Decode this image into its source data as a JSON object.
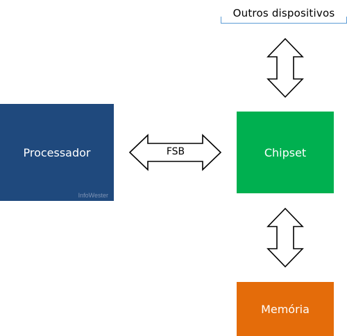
{
  "diagram": {
    "other_devices": "Outros dispositivos",
    "processor": "Processador",
    "watermark": "InfoWester",
    "chipset": "Chipset",
    "memory": "Memória",
    "fsb": "FSB"
  },
  "colors": {
    "processor": "#1f497d",
    "chipset": "#00b050",
    "memory": "#e46c0a",
    "bracket": "#5b9bd5"
  }
}
